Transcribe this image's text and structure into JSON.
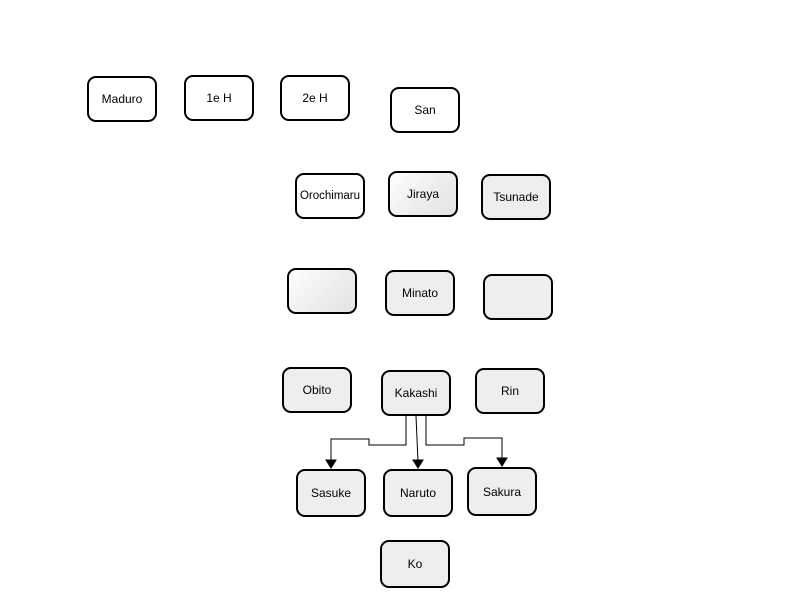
{
  "diagram": {
    "nodes": {
      "maduro": "Maduro",
      "first_h": "1e H",
      "second_h": "2e H",
      "san": "San",
      "orochimaru": "Orochimaru",
      "jiraya": "Jiraya",
      "tsunade": "Tsunade",
      "empty_left": "",
      "minato": "Minato",
      "empty_right": "",
      "obito": "Obito",
      "kakashi": "Kakashi",
      "rin": "Rin",
      "sasuke": "Sasuke",
      "naruto": "Naruto",
      "sakura": "Sakura",
      "ko": "Ko"
    },
    "edges": [
      {
        "from": "Kakashi",
        "to": "Sasuke"
      },
      {
        "from": "Kakashi",
        "to": "Naruto"
      },
      {
        "from": "Kakashi",
        "to": "Sakura"
      }
    ],
    "colors": {
      "stroke": "#000000",
      "node_fill": "#ffffff",
      "node_fill_shaded": "#eeeeee"
    }
  }
}
